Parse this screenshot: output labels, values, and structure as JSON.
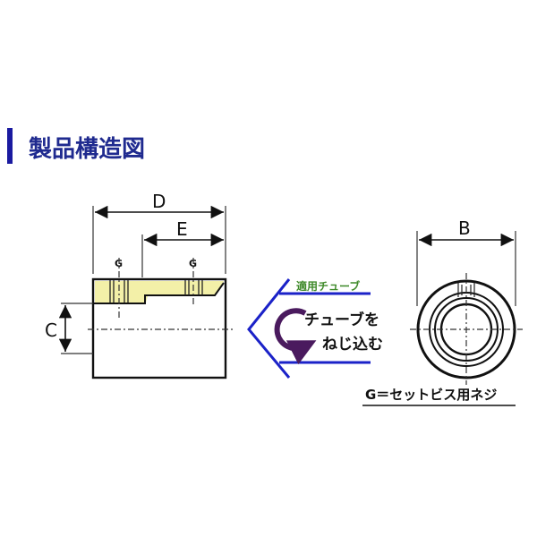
{
  "section": {
    "title": "製品構造図",
    "accent_color": "#1a1aa0"
  },
  "side_view": {
    "dim_d": "D",
    "dim_e": "E",
    "dim_c": "C",
    "screw_label_1": "G",
    "screw_label_2": "G",
    "fill_color": "#f3f0a8"
  },
  "insert_guide": {
    "tube_label": "適用チューブ",
    "instruction_line1": "チューブを",
    "instruction_line2": "ねじ込む",
    "chevron_color": "#1b22c8",
    "arrow_color": "#4a1a5e",
    "tube_label_color": "#3f8a2a"
  },
  "front_view": {
    "dim_b": "B"
  },
  "legend": {
    "text": "G＝セットビス用ネジ"
  }
}
